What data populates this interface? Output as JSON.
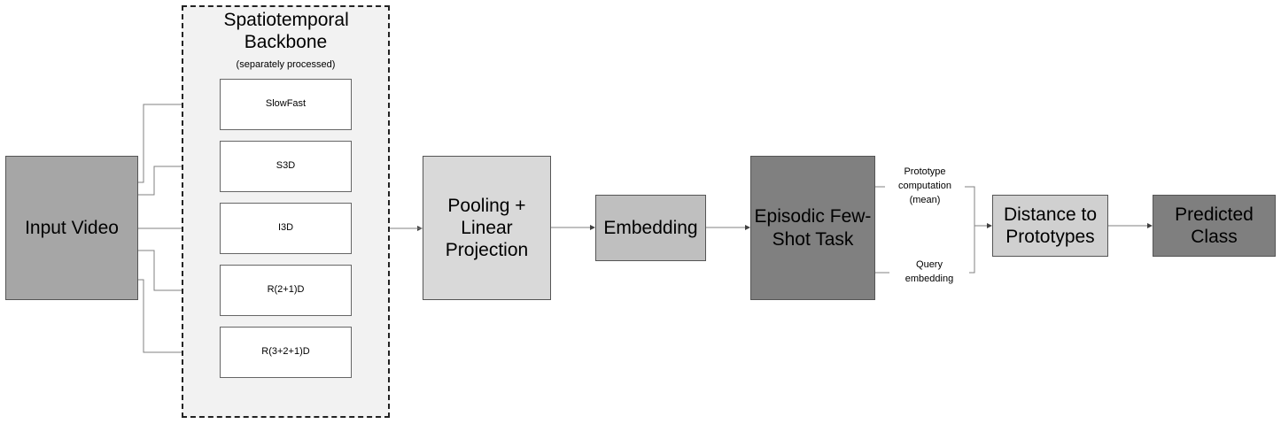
{
  "nodes": {
    "input_video": "Input Video",
    "backbone_title": "Spatiotemporal Backbone",
    "backbone_note": "(separately processed)",
    "models": [
      "SlowFast",
      "S3D",
      "I3D",
      "R(2+1)D",
      "R(3+2+1)D"
    ],
    "pooling": "Pooling + Linear Projection",
    "embedding": "Embedding",
    "episodic": "Episodic Few-Shot Task",
    "distance": "Distance to Prototypes",
    "predicted": "Predicted Class"
  },
  "edge_labels": {
    "prototype": "Prototype computation (mean)",
    "query": "Query embedding"
  },
  "colors": {
    "input_video": "#a6a6a6",
    "pooling": "#d9d9d9",
    "embedding": "#bfbfbf",
    "episodic": "#808080",
    "distance": "#d0d0d0",
    "predicted": "#7f7f7f",
    "connector": "#808080"
  }
}
